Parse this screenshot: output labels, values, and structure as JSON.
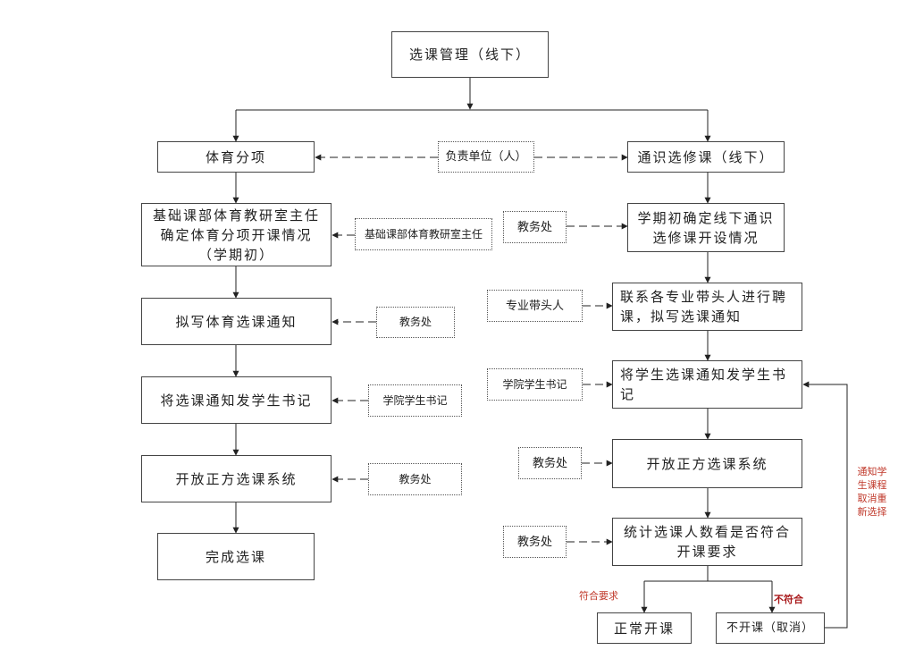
{
  "nodes": {
    "root": "选课管理（线下）",
    "pe_item": "体育分项",
    "pe_confirm": "基础课部体育教研室主任确定体育分项开课情况（学期初）",
    "pe_notice": "拟写体育选课通知",
    "pe_send": "将选课通知发学生书记",
    "pe_open": "开放正方选课系统",
    "pe_done": "完成选课",
    "ge_item": "通识选修课（线下）",
    "ge_confirm": "学期初确定线下通识选修课开设情况",
    "ge_contact": "联系各专业带头人进行聘课，拟写选课通知",
    "ge_send": "将学生选课通知发学生书记",
    "ge_open": "开放正方选课系统",
    "ge_count": "统计选课人数看是否符合开课要求",
    "ge_normal": "正常开课",
    "ge_cancel": "不开课（取消）"
  },
  "notes": {
    "responsible": "负责单位（人）",
    "pe_director": "基础课部体育教研室主任",
    "pe_jwc1": "教务处",
    "pe_secretary": "学院学生书记",
    "pe_jwc2": "教务处",
    "ge_jwc1": "教务处",
    "ge_leader": "专业带头人",
    "ge_secretary": "学院学生书记",
    "ge_jwc2": "教务处",
    "ge_jwc3": "教务处"
  },
  "labels": {
    "meets": "符合要求",
    "fails": "不符合",
    "notify_reselect": "通知学生课程取消重新选择"
  },
  "colors": {
    "line": "#222222",
    "accent_red": "#c0392b"
  }
}
